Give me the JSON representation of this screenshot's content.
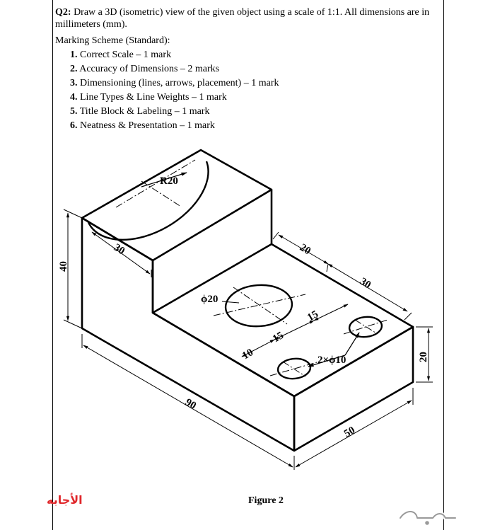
{
  "question": {
    "number": "Q2:",
    "text": " Draw a 3D (isometric) view of the given object using a scale of 1:1. All dimensions are in millimeters (mm)."
  },
  "marking_scheme": {
    "title": "Marking Scheme (Standard):",
    "items": [
      {
        "num": "1.",
        "text": " Correct Scale – 1 mark"
      },
      {
        "num": "2.",
        "text": " Accuracy of Dimensions – 2 marks"
      },
      {
        "num": "3.",
        "text": " Dimensioning (lines, arrows, placement) – 1 mark"
      },
      {
        "num": "4.",
        "text": " Line Types & Line Weights – 1 mark"
      },
      {
        "num": "5.",
        "text": " Title Block & Labeling – 1 mark"
      },
      {
        "num": "6.",
        "text": " Neatness & Presentation – 1 mark"
      }
    ]
  },
  "drawing": {
    "dimensions": {
      "r20": "R20",
      "d30_depth": "30",
      "d40_height": "40",
      "d20_a": "20",
      "d30_b": "30",
      "phi20": "ϕ20",
      "d15_a": "15",
      "d15_b": "15",
      "d10": "10",
      "holes": "2×ϕ10",
      "d20_height": "20",
      "d90": "90",
      "d50": "50"
    }
  },
  "answer_label": "الأجابه",
  "figure_caption": "Figure 2",
  "watermark_text": "حراج"
}
